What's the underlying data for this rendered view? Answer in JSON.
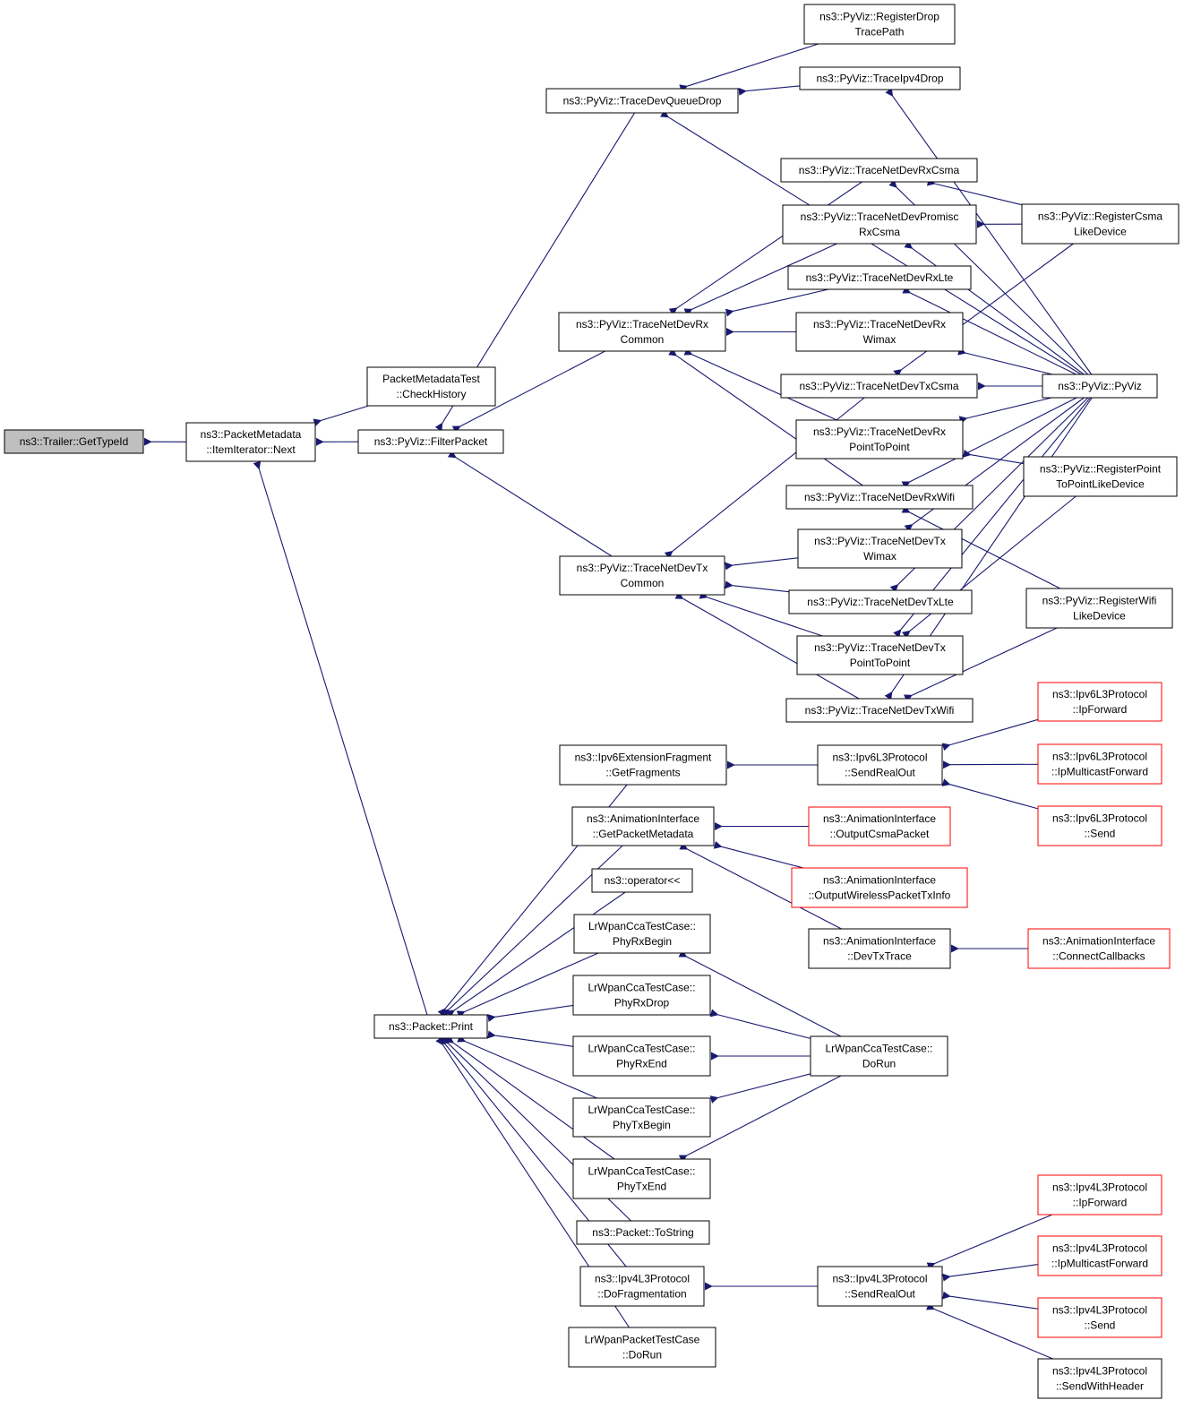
{
  "diagram": {
    "colors": {
      "edge": "#191970",
      "border": "#000000",
      "border_truncated": "#ff0000",
      "fill": "#ffffff",
      "fill_root": "#bfbfbf"
    },
    "nodes": [
      {
        "id": "n0",
        "lines": [
          "ns3::Trailer::GetTypeId"
        ],
        "root": true
      },
      {
        "id": "n1",
        "lines": [
          "ns3::PacketMetadata",
          "::ItemIterator::Next"
        ]
      },
      {
        "id": "n2",
        "lines": [
          "PacketMetadataTest",
          "::CheckHistory"
        ]
      },
      {
        "id": "n3",
        "lines": [
          "ns3::PyViz::FilterPacket"
        ]
      },
      {
        "id": "n4",
        "lines": [
          "ns3::Packet::Print"
        ]
      },
      {
        "id": "n5",
        "lines": [
          "ns3::PyViz::TraceDevQueueDrop"
        ]
      },
      {
        "id": "n6",
        "lines": [
          "ns3::PyViz::TraceNetDevRx",
          "Common"
        ]
      },
      {
        "id": "n7",
        "lines": [
          "ns3::PyViz::TraceNetDevTx",
          "Common"
        ]
      },
      {
        "id": "n8",
        "lines": [
          "ns3::PyViz::RegisterDrop",
          "TracePath"
        ]
      },
      {
        "id": "n9",
        "lines": [
          "ns3::PyViz::TraceIpv4Drop"
        ]
      },
      {
        "id": "n10",
        "lines": [
          "ns3::PyViz::TraceNetDevRxCsma"
        ]
      },
      {
        "id": "n11",
        "lines": [
          "ns3::PyViz::TraceNetDevPromisc",
          "RxCsma"
        ]
      },
      {
        "id": "n12",
        "lines": [
          "ns3::PyViz::TraceNetDevRxLte"
        ]
      },
      {
        "id": "n13",
        "lines": [
          "ns3::PyViz::TraceNetDevRx",
          "Wimax"
        ]
      },
      {
        "id": "n14",
        "lines": [
          "ns3::PyViz::TraceNetDevTxCsma"
        ]
      },
      {
        "id": "n15",
        "lines": [
          "ns3::PyViz::TraceNetDevRx",
          "PointToPoint"
        ]
      },
      {
        "id": "n16",
        "lines": [
          "ns3::PyViz::TraceNetDevRxWifi"
        ]
      },
      {
        "id": "n17",
        "lines": [
          "ns3::PyViz::TraceNetDevTx",
          "Wimax"
        ]
      },
      {
        "id": "n18",
        "lines": [
          "ns3::PyViz::TraceNetDevTxLte"
        ]
      },
      {
        "id": "n19",
        "lines": [
          "ns3::PyViz::TraceNetDevTx",
          "PointToPoint"
        ]
      },
      {
        "id": "n20",
        "lines": [
          "ns3::PyViz::TraceNetDevTxWifi"
        ]
      },
      {
        "id": "n21",
        "lines": [
          "ns3::PyViz::RegisterCsma",
          "LikeDevice"
        ]
      },
      {
        "id": "n22",
        "lines": [
          "ns3::PyViz::PyViz"
        ]
      },
      {
        "id": "n23",
        "lines": [
          "ns3::PyViz::RegisterPoint",
          "ToPointLikeDevice"
        ]
      },
      {
        "id": "n24",
        "lines": [
          "ns3::PyViz::RegisterWifi",
          "LikeDevice"
        ]
      },
      {
        "id": "n25",
        "lines": [
          "ns3::Ipv6ExtensionFragment",
          "::GetFragments"
        ]
      },
      {
        "id": "n26",
        "lines": [
          "ns3::AnimationInterface",
          "::GetPacketMetadata"
        ]
      },
      {
        "id": "n27",
        "lines": [
          "ns3::operator<<"
        ]
      },
      {
        "id": "n28",
        "lines": [
          "LrWpanCcaTestCase::",
          "PhyRxBegin"
        ]
      },
      {
        "id": "n29",
        "lines": [
          "LrWpanCcaTestCase::",
          "PhyRxDrop"
        ]
      },
      {
        "id": "n30",
        "lines": [
          "LrWpanCcaTestCase::",
          "PhyRxEnd"
        ]
      },
      {
        "id": "n31",
        "lines": [
          "LrWpanCcaTestCase::",
          "PhyTxBegin"
        ]
      },
      {
        "id": "n32",
        "lines": [
          "LrWpanCcaTestCase::",
          "PhyTxEnd"
        ]
      },
      {
        "id": "n33",
        "lines": [
          "ns3::Packet::ToString"
        ]
      },
      {
        "id": "n34",
        "lines": [
          "ns3::Ipv4L3Protocol",
          "::DoFragmentation"
        ]
      },
      {
        "id": "n35",
        "lines": [
          "LrWpanPacketTestCase",
          "::DoRun"
        ]
      },
      {
        "id": "n36",
        "lines": [
          "ns3::Ipv6L3Protocol",
          "::SendRealOut"
        ]
      },
      {
        "id": "n37",
        "lines": [
          "ns3::AnimationInterface",
          "::OutputCsmaPacket"
        ],
        "truncated": true
      },
      {
        "id": "n38",
        "lines": [
          "ns3::AnimationInterface",
          "::OutputWirelessPacketTxInfo"
        ],
        "truncated": true
      },
      {
        "id": "n39",
        "lines": [
          "ns3::AnimationInterface",
          "::DevTxTrace"
        ]
      },
      {
        "id": "n40",
        "lines": [
          "LrWpanCcaTestCase::",
          "DoRun"
        ]
      },
      {
        "id": "n41",
        "lines": [
          "ns3::Ipv4L3Protocol",
          "::SendRealOut"
        ]
      },
      {
        "id": "n42",
        "lines": [
          "ns3::Ipv6L3Protocol",
          "::IpForward"
        ],
        "truncated": true
      },
      {
        "id": "n43",
        "lines": [
          "ns3::Ipv6L3Protocol",
          "::IpMulticastForward"
        ],
        "truncated": true
      },
      {
        "id": "n44",
        "lines": [
          "ns3::Ipv6L3Protocol",
          "::Send"
        ],
        "truncated": true
      },
      {
        "id": "n45",
        "lines": [
          "ns3::AnimationInterface",
          "::ConnectCallbacks"
        ],
        "truncated": true
      },
      {
        "id": "n46",
        "lines": [
          "ns3::Ipv4L3Protocol",
          "::IpForward"
        ],
        "truncated": true
      },
      {
        "id": "n47",
        "lines": [
          "ns3::Ipv4L3Protocol",
          "::IpMulticastForward"
        ],
        "truncated": true
      },
      {
        "id": "n48",
        "lines": [
          "ns3::Ipv4L3Protocol",
          "::Send"
        ],
        "truncated": true
      },
      {
        "id": "n49",
        "lines": [
          "ns3::Ipv4L3Protocol",
          "::SendWithHeader"
        ]
      }
    ],
    "edges": [
      [
        "n1",
        "n0"
      ],
      [
        "n2",
        "n1"
      ],
      [
        "n3",
        "n1"
      ],
      [
        "n4",
        "n1"
      ],
      [
        "n5",
        "n3"
      ],
      [
        "n6",
        "n3"
      ],
      [
        "n7",
        "n3"
      ],
      [
        "n8",
        "n5"
      ],
      [
        "n9",
        "n5"
      ],
      [
        "n22",
        "n5"
      ],
      [
        "n10",
        "n6"
      ],
      [
        "n11",
        "n6"
      ],
      [
        "n12",
        "n6"
      ],
      [
        "n13",
        "n6"
      ],
      [
        "n15",
        "n6"
      ],
      [
        "n16",
        "n6"
      ],
      [
        "n14",
        "n7"
      ],
      [
        "n17",
        "n7"
      ],
      [
        "n18",
        "n7"
      ],
      [
        "n19",
        "n7"
      ],
      [
        "n20",
        "n7"
      ],
      [
        "n22",
        "n9"
      ],
      [
        "n21",
        "n10"
      ],
      [
        "n22",
        "n10"
      ],
      [
        "n21",
        "n11"
      ],
      [
        "n22",
        "n11"
      ],
      [
        "n22",
        "n12"
      ],
      [
        "n22",
        "n13"
      ],
      [
        "n21",
        "n14"
      ],
      [
        "n22",
        "n14"
      ],
      [
        "n22",
        "n15"
      ],
      [
        "n23",
        "n15"
      ],
      [
        "n22",
        "n16"
      ],
      [
        "n24",
        "n16"
      ],
      [
        "n22",
        "n17"
      ],
      [
        "n22",
        "n18"
      ],
      [
        "n22",
        "n19"
      ],
      [
        "n23",
        "n19"
      ],
      [
        "n22",
        "n20"
      ],
      [
        "n24",
        "n20"
      ],
      [
        "n25",
        "n4"
      ],
      [
        "n26",
        "n4"
      ],
      [
        "n27",
        "n4"
      ],
      [
        "n28",
        "n4"
      ],
      [
        "n29",
        "n4"
      ],
      [
        "n30",
        "n4"
      ],
      [
        "n31",
        "n4"
      ],
      [
        "n32",
        "n4"
      ],
      [
        "n33",
        "n4"
      ],
      [
        "n34",
        "n4"
      ],
      [
        "n35",
        "n4"
      ],
      [
        "n36",
        "n25"
      ],
      [
        "n37",
        "n26"
      ],
      [
        "n38",
        "n26"
      ],
      [
        "n39",
        "n26"
      ],
      [
        "n40",
        "n28"
      ],
      [
        "n40",
        "n29"
      ],
      [
        "n40",
        "n30"
      ],
      [
        "n40",
        "n31"
      ],
      [
        "n40",
        "n32"
      ],
      [
        "n41",
        "n34"
      ],
      [
        "n42",
        "n36"
      ],
      [
        "n43",
        "n36"
      ],
      [
        "n44",
        "n36"
      ],
      [
        "n45",
        "n39"
      ],
      [
        "n46",
        "n41"
      ],
      [
        "n47",
        "n41"
      ],
      [
        "n48",
        "n41"
      ],
      [
        "n49",
        "n41"
      ]
    ]
  }
}
